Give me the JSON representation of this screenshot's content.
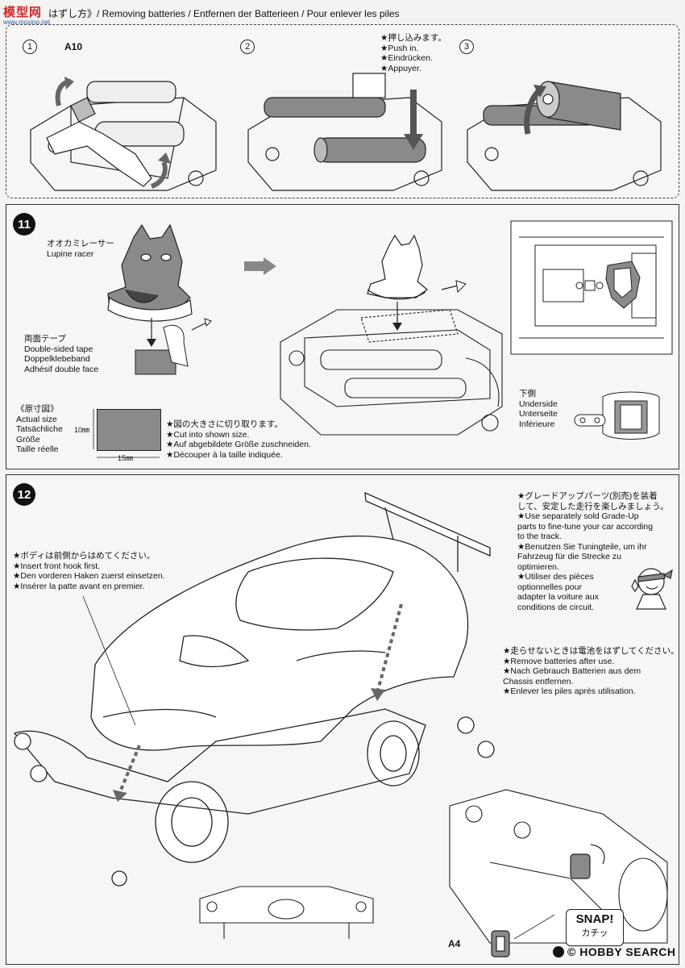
{
  "watermark": {
    "logo_text": "模型网",
    "url": "www.moxing.net"
  },
  "removing_batteries": {
    "header": "はずし方》/ Removing batteries / Entfernen der Batterieen / Pour enlever les piles",
    "step1": "1",
    "step2": "2",
    "step3": "3",
    "part_label": "A10",
    "push_lines": [
      "★押し込みます。",
      "★Push in.",
      "★Eindrücken.",
      "★Appuyer."
    ]
  },
  "step11": {
    "number": "11",
    "body_name_jp": "オオカミレーサー",
    "body_name_en": "Lupine racer",
    "tape_lines": [
      "両面テープ",
      "Double-sided tape",
      "Doppelklebeband",
      "Adhésif double face"
    ],
    "size_lines": [
      "《原寸図》",
      "Actual size",
      "Tatsächliche",
      "Größe",
      "Taille réelle"
    ],
    "dim_h": "10㎜",
    "dim_w": "15㎜",
    "cut_lines": [
      "★図の大きさに切り取ります。",
      "★Cut into shown size.",
      "★Auf abgebildete Größe zuschneiden.",
      "★Découper à la taille indiquée."
    ],
    "underside_lines": [
      "下側",
      "Underside",
      "Unterseite",
      "Inférieure"
    ]
  },
  "step12": {
    "number": "12",
    "hook_lines": [
      "★ボディは前側からはめてください。",
      "★Insert front hook first.",
      "★Den vorderen Haken zuerst einsetzen.",
      "★Insérer la patte avant en premier."
    ],
    "gradeup_lines": [
      "★グレードアップパーツ(別売)を装着",
      "して、安定した走行を楽しみましょう。",
      "★Use separately sold Grade-Up",
      "parts to fine-tune your car according",
      "to the track.",
      "★Benutzen Sie Tuningteile, um ihr",
      "Fahrzeug für die Strecke zu",
      "optimieren.",
      "★Utiliser des pièces",
      "optionnelles pour",
      "adapter la voiture aux",
      "conditions de circuit."
    ],
    "battery_lines": [
      "★走らせないときは電池をはずしてください。",
      "★Remove batteries after use.",
      "★Nach Gebrauch Batterien aus dem",
      "Chassis entfernen.",
      "★Enlever les piles après utilisation."
    ],
    "part_label": "A4",
    "snap_en": "SNAP!",
    "snap_jp": "カチッ"
  },
  "footer": {
    "copyright": "© HOBBY SEARCH",
    "brand": "HOBBY SEARCH"
  },
  "colors": {
    "ink": "#111111",
    "gray_part": "#8a8a8a",
    "logo_red": "#d2262b",
    "logo_blue": "#1f5fb5"
  }
}
